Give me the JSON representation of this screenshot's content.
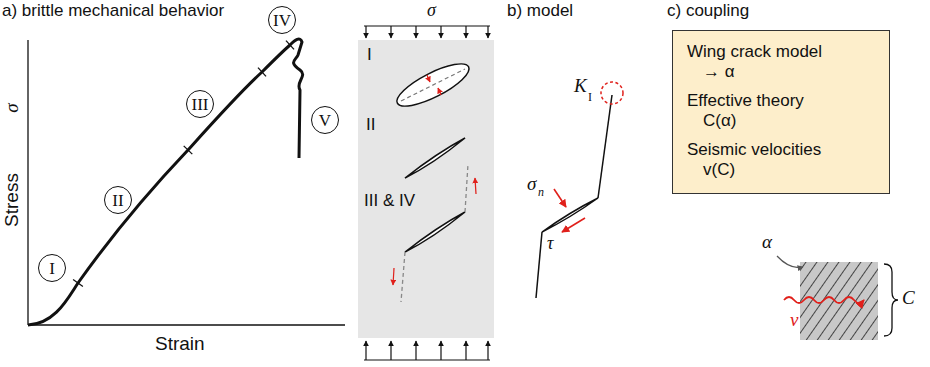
{
  "diagram": {
    "nodes": [
      {
        "text": [
          "I"
        ]
      },
      {
        "text": [
          "II"
        ]
      },
      {
        "text": [
          "III"
        ]
      },
      {
        "text": [
          "IV"
        ]
      },
      {
        "text": [
          "V"
        ]
      },
      {
        "text": [
          "Wing crack model → α",
          "Effective theory C(α)",
          "Seismic velocities v(C)"
        ]
      }
    ],
    "labels": [
      "a) brittle mechanical behavior",
      "Stress",
      "σ",
      "Strain",
      "σ",
      "I",
      "II",
      "III & IV",
      "b) model",
      "K",
      "I",
      "σ",
      "n",
      "τ",
      "c) coupling",
      "α",
      "C",
      "v"
    ]
  }
}
